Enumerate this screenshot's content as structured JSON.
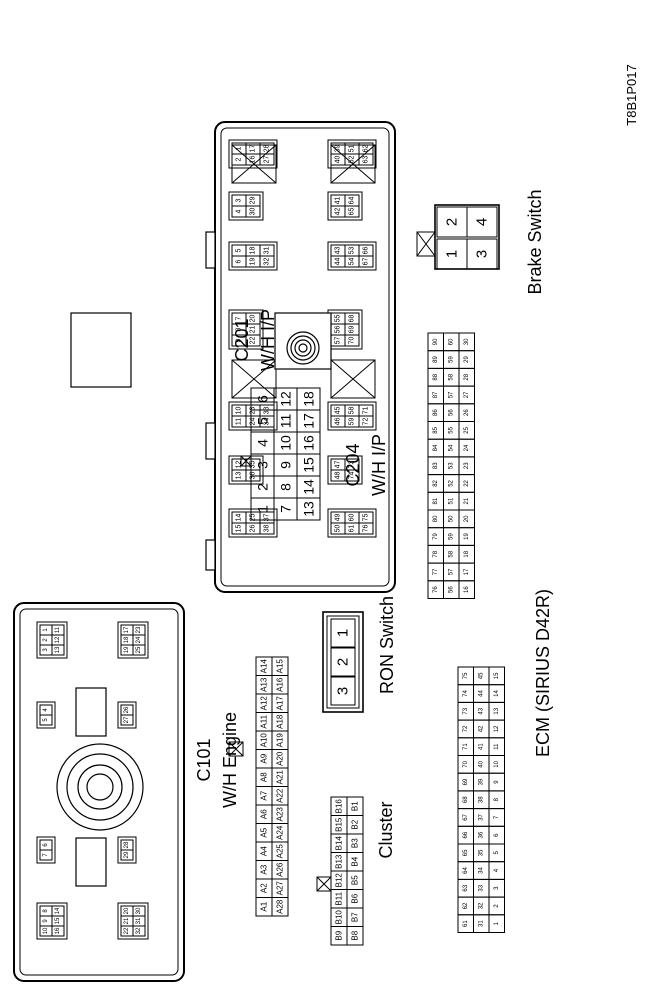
{
  "figure_code": "T8B1P017",
  "c101": {
    "title": "C101",
    "subtitle": "W/H Engine",
    "pin_groups": [
      {
        "columns": [
          [
            "1",
            "11"
          ],
          [
            "2",
            "12"
          ],
          [
            "3",
            "13"
          ]
        ]
      },
      {
        "columns": [
          [
            "17",
            "23"
          ],
          [
            "18",
            "24"
          ],
          [
            "19",
            "25"
          ]
        ]
      },
      {
        "columns": [
          [
            "4"
          ],
          [
            "5"
          ]
        ]
      },
      {
        "columns": [
          [
            "26"
          ],
          [
            "27"
          ]
        ]
      },
      {
        "columns": [
          [
            "6"
          ],
          [
            "7"
          ]
        ]
      },
      {
        "columns": [
          [
            "28"
          ],
          [
            "29"
          ]
        ]
      },
      {
        "columns": [
          [
            "8",
            "14"
          ],
          [
            "9",
            "15"
          ],
          [
            "10",
            "16"
          ]
        ]
      },
      {
        "columns": [
          [
            "20",
            "30"
          ],
          [
            "21",
            "31"
          ],
          [
            "22",
            "32"
          ]
        ]
      }
    ]
  },
  "cluster": {
    "title": "Cluster",
    "a_row1": [
      "A14",
      "A13",
      "A12",
      "A11",
      "A10",
      "A9",
      "A8",
      "A7",
      "A6",
      "A5",
      "A4",
      "A3",
      "A2",
      "A1"
    ],
    "a_row2": [
      "A15",
      "A16",
      "A17",
      "A18",
      "A19",
      "A20",
      "A21",
      "A22",
      "A23",
      "A24",
      "A25",
      "A26",
      "A27",
      "A28"
    ],
    "b_row1": [
      "B16",
      "B15",
      "B14",
      "B13",
      "B12",
      "B11",
      "B10",
      "B9"
    ],
    "b_row2": [
      "B1",
      "B2",
      "B3",
      "B4",
      "B5",
      "B6",
      "B7",
      "B8"
    ]
  },
  "ron_switch": {
    "title": "RON Switch",
    "pins": [
      "1",
      "2",
      "3"
    ]
  },
  "c201": {
    "title": "C201",
    "subtitle": "W/H I/P",
    "pin_groups": [
      {
        "columns": [
          [
            "1",
            "17",
            "28"
          ],
          [
            "2",
            "16",
            "27"
          ]
        ]
      },
      {
        "columns": [
          [
            "3",
            "29"
          ],
          [
            "4",
            "30"
          ]
        ]
      },
      {
        "columns": [
          [
            "5",
            "18",
            "31"
          ],
          [
            "6",
            "19",
            "32"
          ]
        ]
      },
      {
        "columns": [
          [
            "7",
            "20"
          ],
          [
            "8",
            "21"
          ],
          [
            "9",
            "22"
          ]
        ]
      },
      {
        "columns": [
          [
            "10",
            "23",
            "33"
          ],
          [
            "11",
            "24",
            "34"
          ]
        ]
      },
      {
        "columns": [
          [
            "12",
            "35"
          ],
          [
            "13",
            "36"
          ]
        ]
      },
      {
        "columns": [
          [
            "14",
            "25",
            "37"
          ],
          [
            "15",
            "26",
            "38"
          ]
        ]
      },
      {
        "columns": [
          [
            "39",
            "51",
            "62"
          ],
          [
            "40",
            "52",
            "63"
          ]
        ]
      },
      {
        "columns": [
          [
            "41",
            "64"
          ],
          [
            "42",
            "65"
          ]
        ]
      },
      {
        "columns": [
          [
            "43",
            "53",
            "66"
          ],
          [
            "44",
            "54",
            "67"
          ]
        ]
      },
      {
        "columns": [
          [
            "55",
            "68"
          ],
          [
            "56",
            "69"
          ],
          [
            "57",
            "70"
          ]
        ]
      },
      {
        "columns": [
          [
            "45",
            "58",
            "71"
          ],
          [
            "46",
            "59",
            "72"
          ]
        ]
      },
      {
        "columns": [
          [
            "47",
            "73"
          ],
          [
            "48",
            "74"
          ]
        ]
      },
      {
        "columns": [
          [
            "49",
            "60",
            "75"
          ],
          [
            "50",
            "61",
            "76"
          ]
        ]
      }
    ]
  },
  "c204": {
    "title": "C204",
    "subtitle": "W/H I/P",
    "row1": [
      "6",
      "5",
      "4",
      "3",
      "2",
      "1"
    ],
    "row2": [
      "12",
      "11",
      "10",
      "9",
      "8",
      "7"
    ],
    "row3": [
      "18",
      "17",
      "16",
      "15",
      "14",
      "13"
    ]
  },
  "brake_switch": {
    "title": "Brake Switch",
    "pins": [
      "1",
      "2",
      "3",
      "4"
    ]
  },
  "ecm": {
    "title": "ECM (SIRIUS D42R)",
    "left_rows": [
      [
        "75",
        "74",
        "73",
        "72",
        "71",
        "70",
        "69",
        "68",
        "67",
        "66",
        "65",
        "64",
        "63",
        "62",
        "61"
      ],
      [
        "45",
        "44",
        "43",
        "42",
        "41",
        "40",
        "39",
        "38",
        "37",
        "36",
        "35",
        "34",
        "33",
        "32",
        "31"
      ],
      [
        "15",
        "14",
        "13",
        "12",
        "11",
        "10",
        "9",
        "8",
        "7",
        "6",
        "5",
        "4",
        "3",
        "2",
        "1"
      ]
    ],
    "right_rows": [
      [
        "90",
        "89",
        "88",
        "87",
        "86",
        "85",
        "84",
        "83",
        "82",
        "81",
        "80",
        "79",
        "78",
        "77",
        "76"
      ],
      [
        "60",
        "59",
        "58",
        "57",
        "56",
        "55",
        "54",
        "53",
        "52",
        "51",
        "50",
        "59",
        "58",
        "57",
        "56"
      ],
      [
        "30",
        "29",
        "28",
        "27",
        "26",
        "25",
        "24",
        "23",
        "22",
        "21",
        "20",
        "19",
        "18",
        "17",
        "16"
      ]
    ]
  }
}
